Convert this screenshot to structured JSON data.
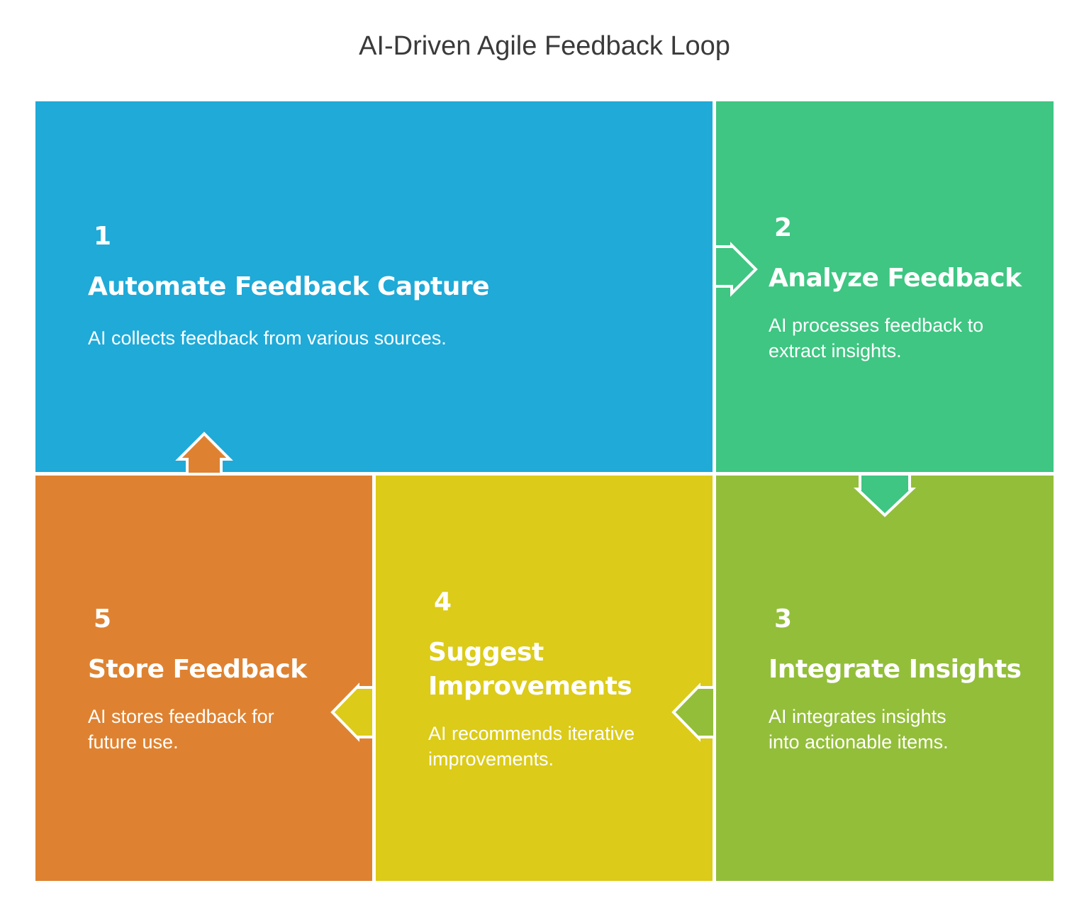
{
  "title": "AI-Driven Agile Feedback Loop",
  "colors": {
    "step1": "#1FAAD8",
    "step2": "#3EC682",
    "step3": "#93BE3A",
    "step4": "#DCCB18",
    "step5": "#DE8231"
  },
  "steps": [
    {
      "number": "1",
      "heading": "Automate Feedback Capture",
      "description": "AI collects feedback from various sources."
    },
    {
      "number": "2",
      "heading": "Analyze Feedback",
      "description": "AI processes feedback to extract insights."
    },
    {
      "number": "3",
      "heading": "Integrate Insights",
      "description": "AI integrates insights into actionable items."
    },
    {
      "number": "4",
      "heading": "Suggest Improvements",
      "description": "AI recommends iterative improvements."
    },
    {
      "number": "5",
      "heading": "Store Feedback",
      "description": "AI stores feedback for future use."
    }
  ]
}
